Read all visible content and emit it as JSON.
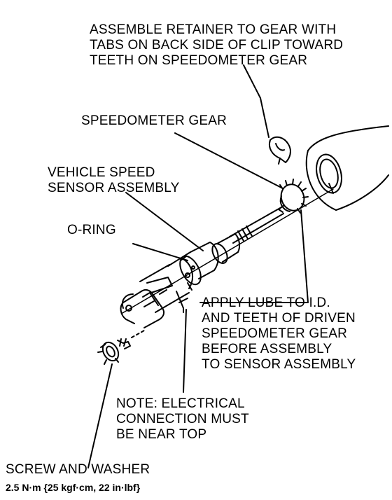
{
  "callouts": {
    "retainer": [
      "ASSEMBLE RETAINER TO GEAR WITH",
      "TABS ON BACK SIDE OF CLIP TOWARD",
      "TEETH ON SPEEDOMETER GEAR"
    ],
    "speedometer_gear": [
      "SPEEDOMETER GEAR"
    ],
    "vss": [
      "VEHICLE SPEED",
      "SENSOR ASSEMBLY"
    ],
    "oring": [
      "O-RING"
    ],
    "lube": [
      "APPLY LUBE TO I.D.",
      "AND TEETH OF DRIVEN",
      "SPEEDOMETER GEAR",
      "BEFORE ASSEMBLY",
      "TO SENSOR ASSEMBLY"
    ],
    "note": [
      "NOTE: ELECTRICAL",
      "CONNECTION MUST",
      "BE NEAR TOP"
    ],
    "screw": [
      "SCREW AND WASHER"
    ],
    "torque": "2.5 N·m {25 kgf·cm, 22 in·lbf}"
  },
  "colors": {
    "ink": "#000000",
    "paper": "#ffffff"
  }
}
